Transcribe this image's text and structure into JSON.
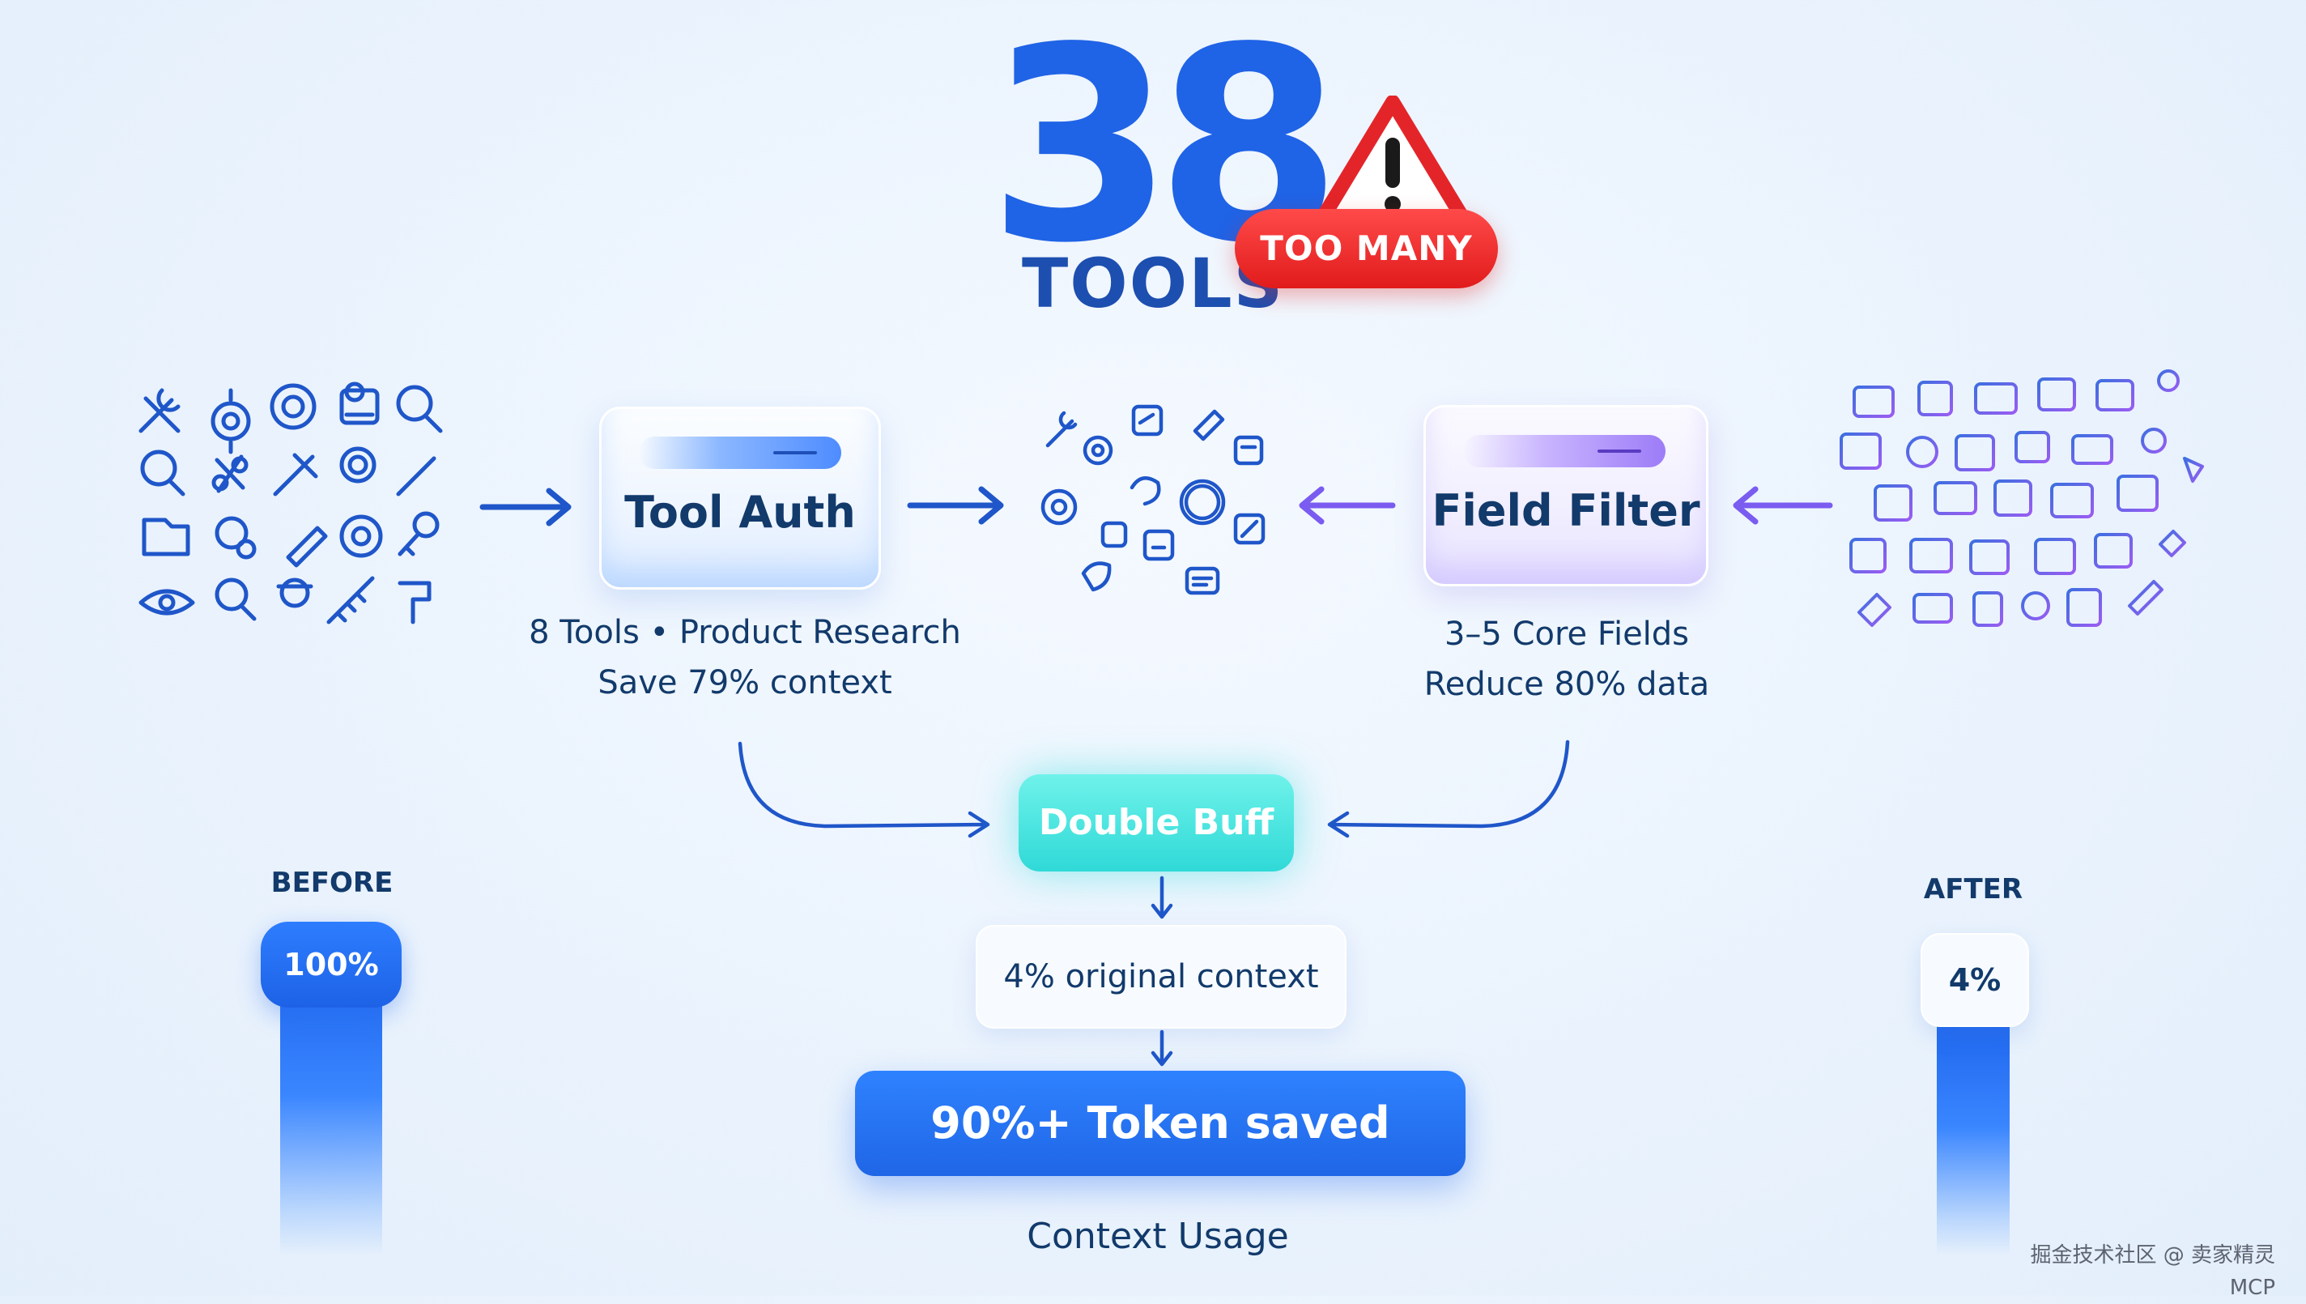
{
  "header": {
    "count": "38",
    "title": "TOOLS",
    "badge": "TOO MANY"
  },
  "cards": {
    "tool_auth": {
      "label": "Tool Auth",
      "line1": "8 Tools • Product Research",
      "line2": "Save 79% context"
    },
    "field_filter": {
      "label": "Field Filter",
      "line1": "3–5 Core Fields",
      "line2": "Reduce 80% data"
    }
  },
  "flow": {
    "double_buff": "Double Buff",
    "context_result": "4% original context",
    "token_saved": "90%+ Token saved",
    "footer_label": "Context Usage"
  },
  "usage": {
    "before": {
      "label": "BEFORE",
      "value": "100%",
      "fraction": 1.0
    },
    "after": {
      "label": "AFTER",
      "value": "4%",
      "fraction": 0.04
    }
  },
  "watermark": "掘金技术社区 @ 卖家精灵MCP",
  "colors": {
    "primary_blue": "#1f63e6",
    "title_blue": "#1d4fb0",
    "warning_red": "#e11b1b",
    "purple": "#7a5cf0",
    "cyan": "#2fd9d7",
    "text_navy": "#123a6b"
  },
  "icons": {
    "left_cluster": "tool-icons",
    "center_cluster": "selected-tool-icons",
    "right_cluster": "data-field-icons",
    "warning": "warning-triangle-icon"
  }
}
